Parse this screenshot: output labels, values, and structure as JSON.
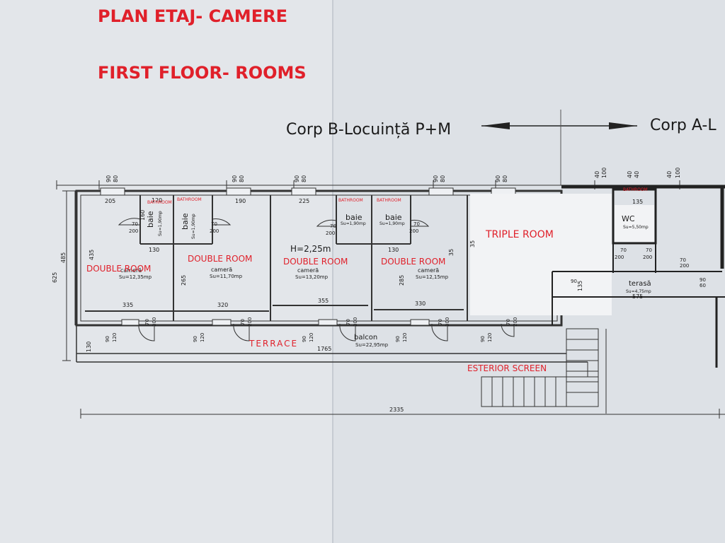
{
  "header": {
    "title_ro": "PLAN ETAJ- CAMERE",
    "title_en": "FIRST FLOOR- ROOMS"
  },
  "wings": {
    "left": "Corp B-Locuință P+M",
    "right": "Corp A-L"
  },
  "labels": {
    "bathroom": "BATHROOM",
    "baie": "baie",
    "camera": "cameră",
    "wc": "WC",
    "terasa": "terasă",
    "terrace": "TERRACE",
    "balcon": "balcon",
    "exterior_screen": "ESTERIOR SCREEN",
    "double_room": "DOUBLE ROOM",
    "triple_room": "TRIPLE ROOM",
    "height": "H=2,25m"
  },
  "rooms": [
    {
      "area": "Su=12,35mp"
    },
    {
      "area": "Su=11,70mp"
    },
    {
      "area": "Su=13,20mp"
    },
    {
      "area": "Su=12,15mp"
    }
  ],
  "baths": [
    {
      "area": "Su=1,90mp"
    },
    {
      "area": "Su=1,90mp"
    },
    {
      "area": "Su=1,90mp"
    },
    {
      "area": "Su=1,90mp"
    }
  ],
  "areas": {
    "wc": "Su=5,50mp",
    "terasa": "Su=4,75mp",
    "balcon": "Su=22,95mp"
  },
  "dims": {
    "d205": "205",
    "d190": "190",
    "d225": "225",
    "d120": "120",
    "d335": "335",
    "d320": "320",
    "d355": "355",
    "d330": "330",
    "d130": "130",
    "d435": "435",
    "d485": "485",
    "d625": "625",
    "d265": "265",
    "d285": "285",
    "d35": "35",
    "d1765": "1765",
    "d2335": "2335",
    "d135": "135",
    "d575": "575",
    "d70": "70",
    "d200": "200",
    "d90": "90",
    "d80": "80",
    "d160": "160",
    "d40": "40",
    "d100": "100",
    "d60": "60"
  }
}
